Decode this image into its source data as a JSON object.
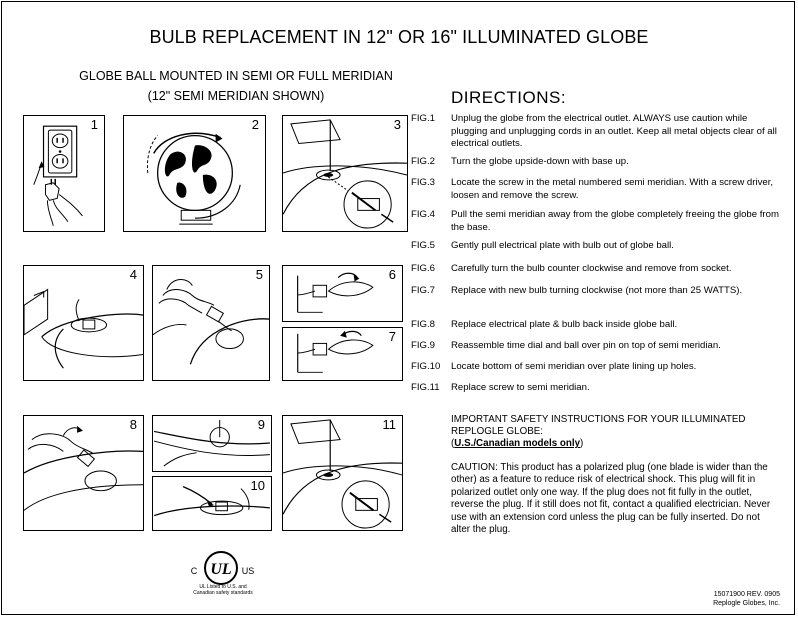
{
  "title": "BULB REPLACEMENT IN 12\" OR 16\" ILLUMINATED GLOBE",
  "left_heading": {
    "line1": "GLOBE BALL MOUNTED IN SEMI OR FULL MERIDIAN",
    "line2": "(12\" SEMI MERIDIAN SHOWN)"
  },
  "directions_title": "DIRECTIONS:",
  "panels": [
    "1",
    "2",
    "3",
    "4",
    "5",
    "6",
    "7",
    "8",
    "9",
    "10",
    "11"
  ],
  "steps": [
    {
      "label": "FIG.1",
      "text": "Unplug the globe from the electrical outlet. ALWAYS use caution while plugging and unplugging cords in an outlet. Keep all metal objects clear of all electrical outlets."
    },
    {
      "label": "FIG.2",
      "text": "Turn the globe upside-down with base up."
    },
    {
      "label": "FIG.3",
      "text": "Locate the screw in the metal numbered semi meridian. With a screw driver, loosen and remove the screw."
    },
    {
      "label": "FIG.4",
      "text": "Pull the semi meridian away from the globe completely freeing the globe from the base."
    },
    {
      "label": "FIG.5",
      "text": "Gently pull electrical plate with bulb out of globe ball."
    },
    {
      "label": "FIG.6",
      "text": "Carefully turn the bulb counter clockwise and remove from socket."
    },
    {
      "label": "FIG.7",
      "text": "Replace with new bulb turning clockwise (not more than 25 WATTS)."
    },
    {
      "label": "FIG.8",
      "text": "Replace electrical plate & bulb back inside globe ball."
    },
    {
      "label": "FIG.9",
      "text": "Reassemble time dial and ball over pin on top of semi meridian."
    },
    {
      "label": "FIG.10",
      "text": "Locate bottom of semi meridian over plate lining up holes."
    },
    {
      "label": "FIG.11",
      "text": "Replace screw to semi meridian."
    }
  ],
  "safety": {
    "heading": "IMPORTANT SAFETY INSTRUCTIONS FOR YOUR ILLUMINATED REPLOGLE GLOBE:",
    "note": "U.S./Canadian models only",
    "caution": "CAUTION: This product has a polarized plug (one blade is wider than the other) as a feature to reduce risk of electrical shock. This plug will fit in polarized outlet only one way. If the plug does not fit fully in the outlet, reverse the plug. If it still does not fit, contact a qualified electrician. Never use with an extension cord unless the plug can be fully inserted. Do not alter the plug."
  },
  "certification": {
    "c": "C",
    "ul": "UL",
    "us": "US",
    "line1": "UL Listed to U.S. and",
    "line2": "Canadian safety standards"
  },
  "footer": {
    "code": "15071900     REV. 0905",
    "company": "Replogle Globes, Inc."
  }
}
